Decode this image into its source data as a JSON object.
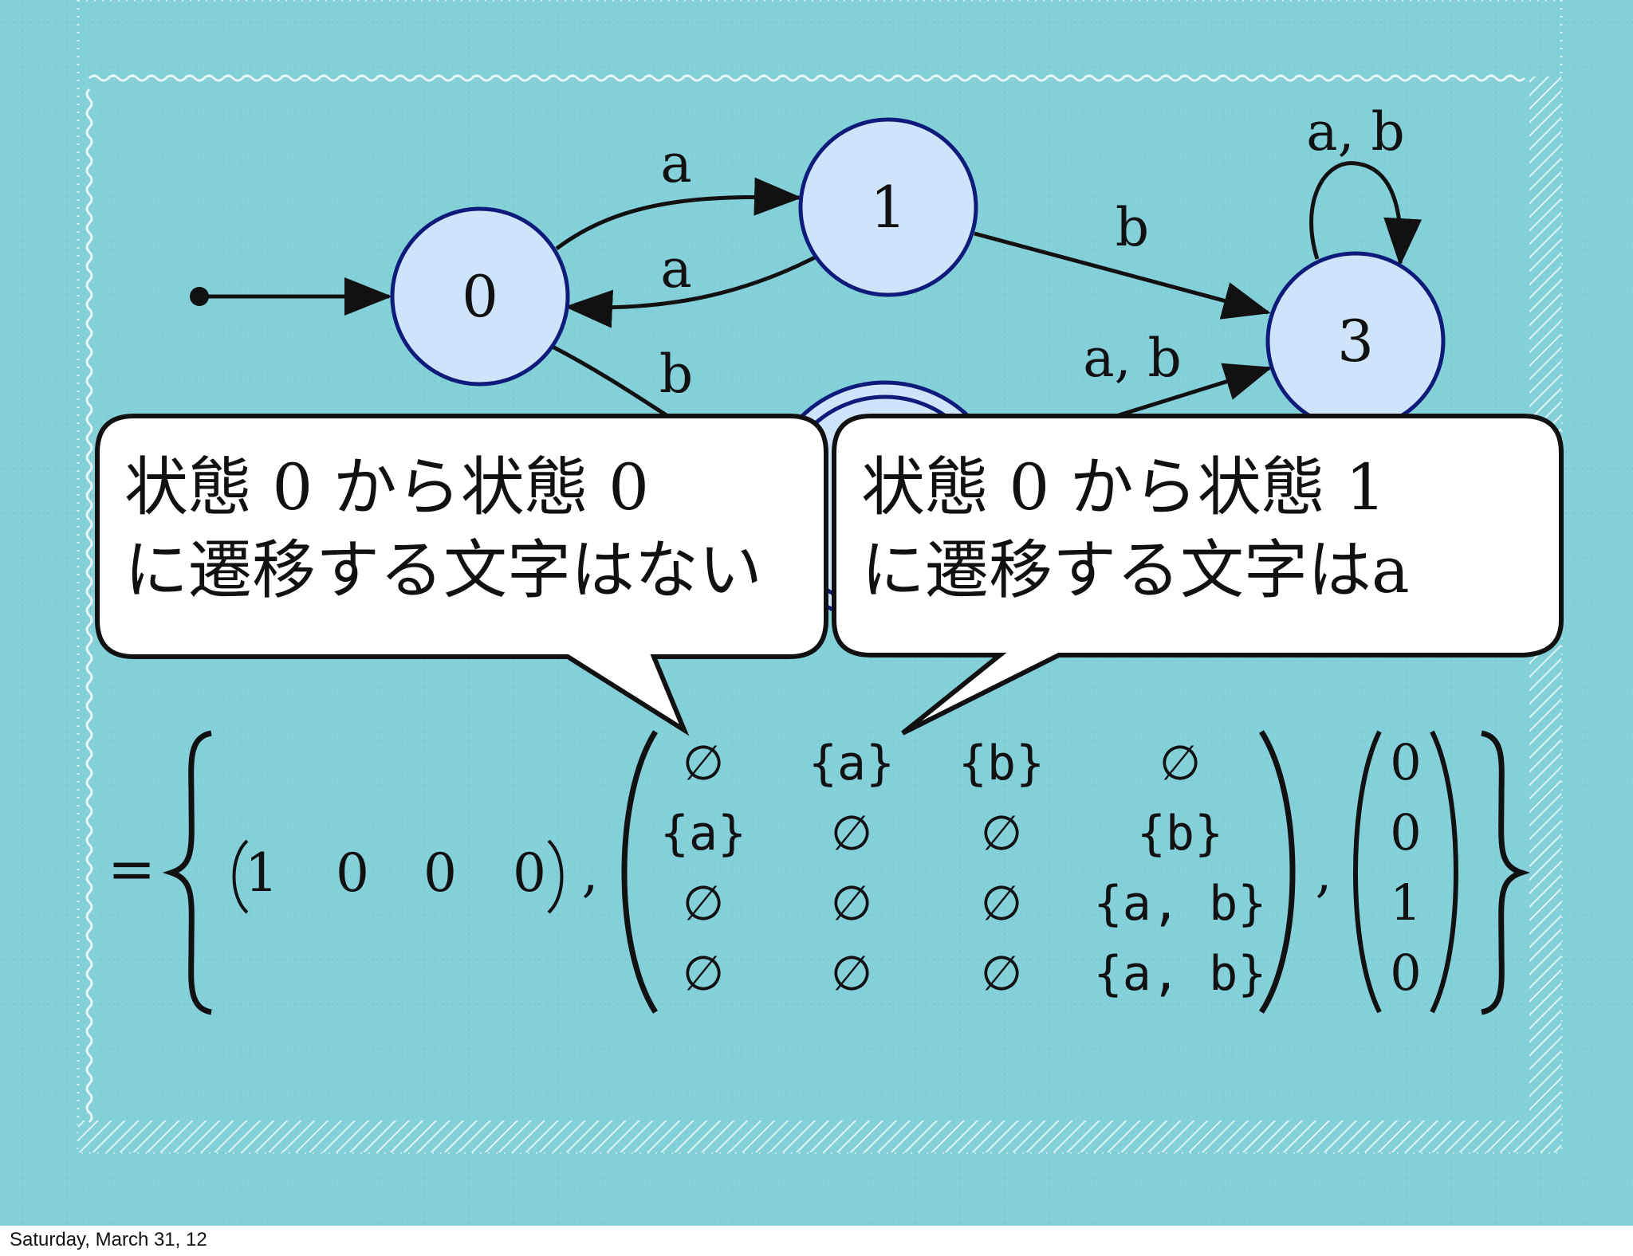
{
  "diagram": {
    "states": [
      {
        "id": "0",
        "label": "0"
      },
      {
        "id": "1",
        "label": "1"
      },
      {
        "id": "2",
        "label": ""
      },
      {
        "id": "3",
        "label": "3"
      }
    ],
    "edge_labels": {
      "e01": "a",
      "e10": "a",
      "e02": "b",
      "e13": "b",
      "e23": "a, b",
      "e33": "a, b"
    }
  },
  "callouts": {
    "left": {
      "line1": "状態 0 から状態 0",
      "line2": "に遷移する文字はない"
    },
    "right": {
      "line1": "状態 0 から状態 1",
      "line2": "に遷移する文字はa"
    }
  },
  "equation": {
    "equals": "=",
    "row_vector": [
      "1",
      "0",
      "0",
      "0"
    ],
    "matrix": [
      [
        "∅",
        "{a}",
        "{b}",
        "∅"
      ],
      [
        "{a}",
        "∅",
        "∅",
        "{b}"
      ],
      [
        "∅",
        "∅",
        "∅",
        "{a, b}"
      ],
      [
        "∅",
        "∅",
        "∅",
        "{a, b}"
      ]
    ],
    "column_vector": [
      "0",
      "0",
      "1",
      "0"
    ]
  },
  "footer": {
    "date": "Saturday, March 31, 12"
  }
}
